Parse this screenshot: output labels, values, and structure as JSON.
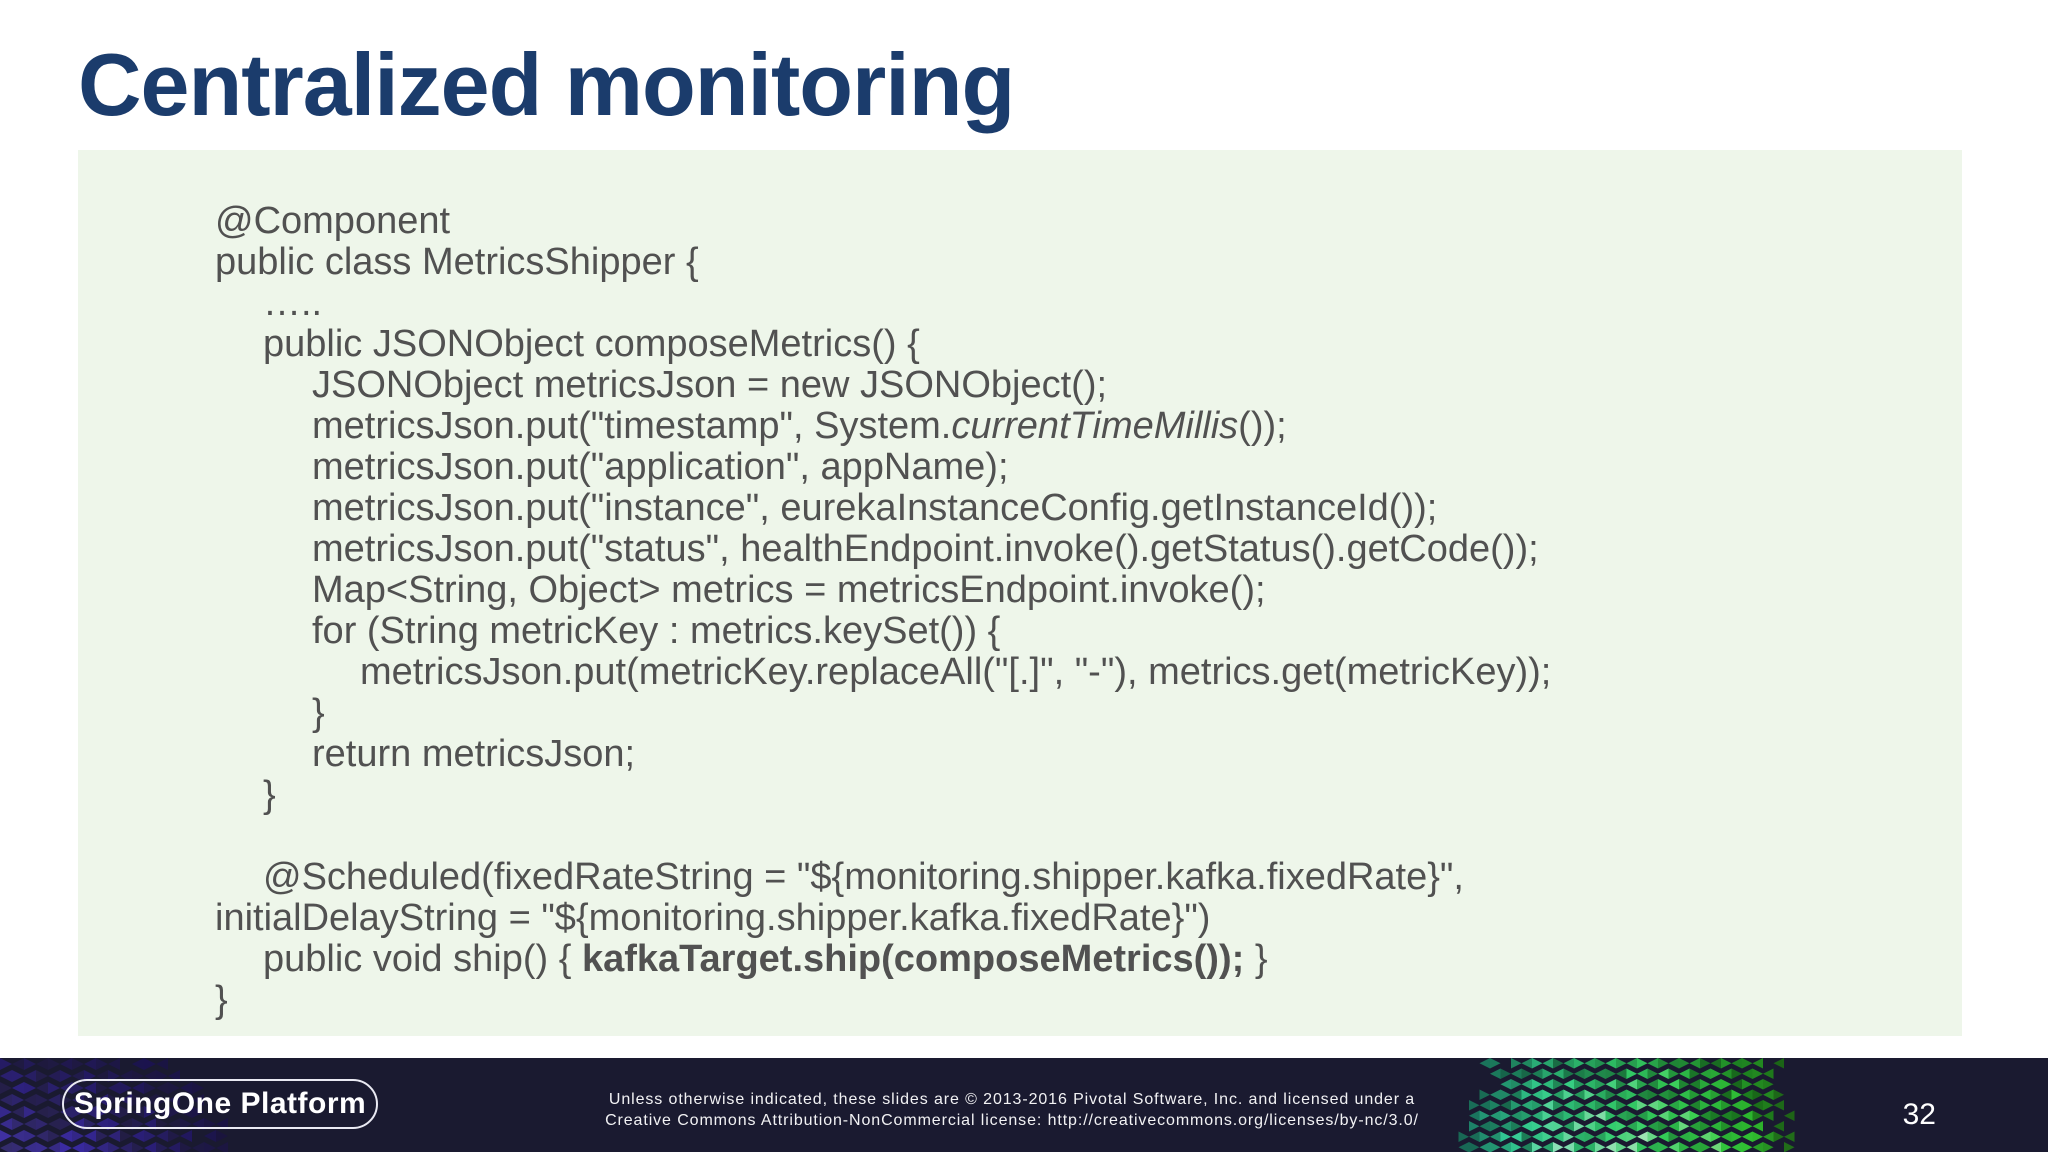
{
  "slide": {
    "title": "Centralized monitoring"
  },
  "code_block": {
    "lines": [
      {
        "indent": 0,
        "segments": [
          {
            "t": "@Component"
          }
        ]
      },
      {
        "indent": 0,
        "segments": [
          {
            "t": "public class MetricsShipper {"
          }
        ]
      },
      {
        "indent": 1,
        "segments": [
          {
            "t": "….."
          }
        ]
      },
      {
        "indent": 1,
        "segments": [
          {
            "t": "public JSONObject composeMetrics() {"
          }
        ]
      },
      {
        "indent": 2,
        "segments": [
          {
            "t": "JSONObject metricsJson = new JSONObject();"
          }
        ]
      },
      {
        "indent": 2,
        "segments": [
          {
            "t": "metricsJson.put(\"timestamp\", System."
          },
          {
            "t": "currentTimeMillis",
            "s": "italic"
          },
          {
            "t": "());"
          }
        ]
      },
      {
        "indent": 2,
        "segments": [
          {
            "t": "metricsJson.put(\"application\", appName);"
          }
        ]
      },
      {
        "indent": 2,
        "segments": [
          {
            "t": "metricsJson.put(\"instance\", eurekaInstanceConfig.getInstanceId());"
          }
        ]
      },
      {
        "indent": 2,
        "segments": [
          {
            "t": "metricsJson.put(\"status\", healthEndpoint.invoke().getStatus().getCode());"
          }
        ]
      },
      {
        "indent": 2,
        "segments": [
          {
            "t": "Map<String, Object> metrics = metricsEndpoint.invoke();"
          }
        ]
      },
      {
        "indent": 2,
        "segments": [
          {
            "t": "for (String metricKey : metrics.keySet()) {"
          }
        ]
      },
      {
        "indent": 3,
        "segments": [
          {
            "t": "metricsJson.put(metricKey.replaceAll(\"[.]\", \"-\"), metrics.get(metricKey));"
          }
        ]
      },
      {
        "indent": 2,
        "segments": [
          {
            "t": "}"
          }
        ]
      },
      {
        "indent": 2,
        "segments": [
          {
            "t": "return metricsJson;"
          }
        ]
      },
      {
        "indent": 1,
        "segments": [
          {
            "t": "}"
          }
        ]
      },
      {
        "indent": 0,
        "segments": [
          {
            "t": ""
          }
        ]
      },
      {
        "indent": 1,
        "segments": [
          {
            "t": "@Scheduled(fixedRateString = \"${monitoring.shipper.kafka.fixedRate}\","
          }
        ]
      },
      {
        "indent": 0,
        "segments": [
          {
            "t": "initialDelayString = \"${monitoring.shipper.kafka.fixedRate}\")"
          }
        ]
      },
      {
        "indent": 1,
        "segments": [
          {
            "t": "public void ship() { "
          },
          {
            "t": "kafkaTarget.ship(composeMetrics());",
            "s": "bold"
          },
          {
            "t": " }"
          }
        ]
      },
      {
        "indent": 0,
        "segments": [
          {
            "t": "}"
          }
        ]
      }
    ]
  },
  "footer": {
    "logo_text": "SpringOne Platform",
    "license_line1": "Unless otherwise indicated, these slides are © 2013-2016 Pivotal Software, Inc. and licensed under a",
    "license_line2": "Creative Commons Attribution-NonCommercial license: http://creativecommons.org/licenses/by-nc/3.0/",
    "page_number": "32"
  },
  "colors": {
    "title_color": "#1b3c6c",
    "code_text": "#515151",
    "panel_bg": "#eef6ea",
    "footer_bg": "#1a1a30",
    "footer_text": "#f2f2f4",
    "accent_teal": "#35b295",
    "accent_green": "#9bd49a",
    "accent_purple": "#5a4fb0"
  }
}
